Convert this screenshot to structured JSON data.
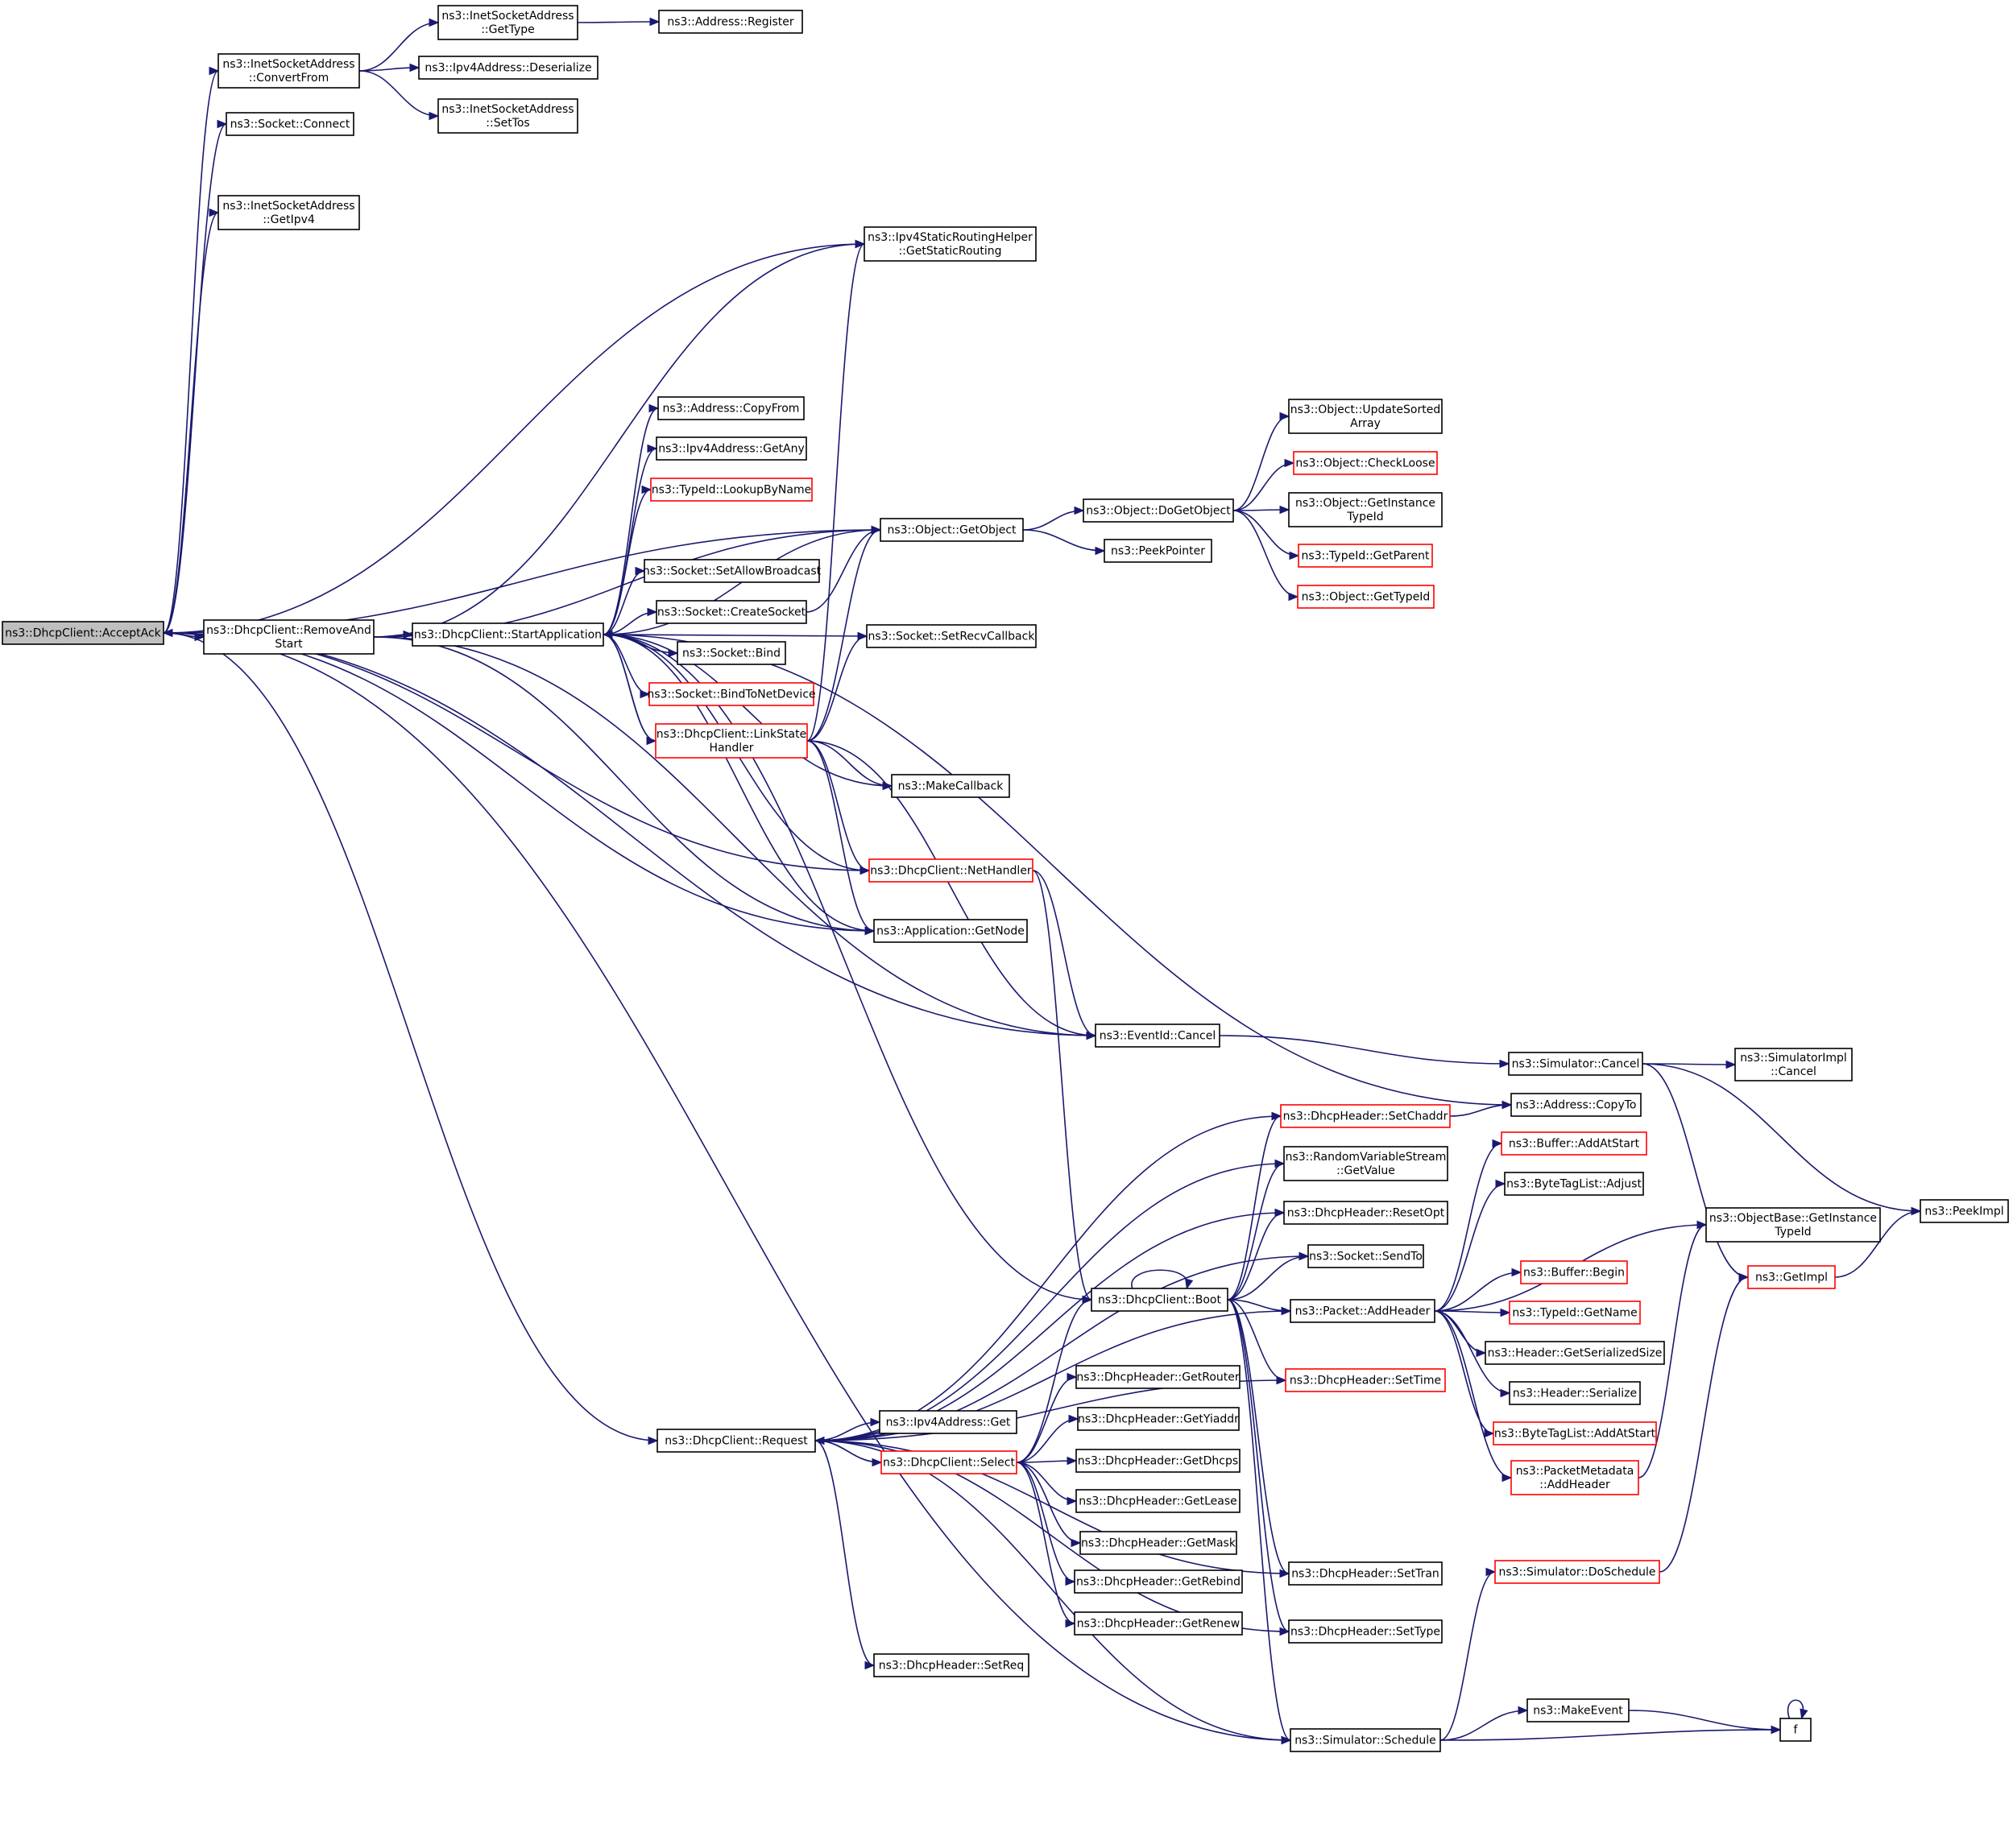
{
  "colors": {
    "edge": "#191970",
    "border": "#000000",
    "highlight_border": "#ff0000",
    "current_fill": "#bfbfbf"
  },
  "nodes": [
    {
      "id": "accept",
      "lines": [
        "ns3::DhcpClient::AcceptAck"
      ],
      "style": "current"
    },
    {
      "id": "convertfrom",
      "lines": [
        "ns3::InetSocketAddress",
        "::ConvertFrom"
      ],
      "style": "normal"
    },
    {
      "id": "gettype_isa",
      "lines": [
        "ns3::InetSocketAddress",
        "::GetType"
      ],
      "style": "normal"
    },
    {
      "id": "addr_register",
      "lines": [
        "ns3::Address::Register"
      ],
      "style": "normal"
    },
    {
      "id": "ipv4_deser",
      "lines": [
        "ns3::Ipv4Address::Deserialize"
      ],
      "style": "normal"
    },
    {
      "id": "settos",
      "lines": [
        "ns3::InetSocketAddress",
        "::SetTos"
      ],
      "style": "normal"
    },
    {
      "id": "sock_connect",
      "lines": [
        "ns3::Socket::Connect"
      ],
      "style": "normal"
    },
    {
      "id": "getipv4",
      "lines": [
        "ns3::InetSocketAddress",
        "::GetIpv4"
      ],
      "style": "normal"
    },
    {
      "id": "getstaticrouting",
      "lines": [
        "ns3::Ipv4StaticRoutingHelper",
        "::GetStaticRouting"
      ],
      "style": "normal"
    },
    {
      "id": "removeandstart",
      "lines": [
        "ns3::DhcpClient::RemoveAnd",
        "Start"
      ],
      "style": "normal"
    },
    {
      "id": "startapp",
      "lines": [
        "ns3::DhcpClient::StartApplication"
      ],
      "style": "normal"
    },
    {
      "id": "addr_copyfrom",
      "lines": [
        "ns3::Address::CopyFrom"
      ],
      "style": "normal"
    },
    {
      "id": "ipv4_getany",
      "lines": [
        "ns3::Ipv4Address::GetAny"
      ],
      "style": "normal"
    },
    {
      "id": "lookupbyname",
      "lines": [
        "ns3::TypeId::LookupByName"
      ],
      "style": "red"
    },
    {
      "id": "getobject",
      "lines": [
        "ns3::Object::GetObject"
      ],
      "style": "normal"
    },
    {
      "id": "setallowbroadcast",
      "lines": [
        "ns3::Socket::SetAllowBroadcast"
      ],
      "style": "normal"
    },
    {
      "id": "createsocket",
      "lines": [
        "ns3::Socket::CreateSocket"
      ],
      "style": "normal"
    },
    {
      "id": "setrecvcallback",
      "lines": [
        "ns3::Socket::SetRecvCallback"
      ],
      "style": "normal"
    },
    {
      "id": "sock_bind",
      "lines": [
        "ns3::Socket::Bind"
      ],
      "style": "normal"
    },
    {
      "id": "bindtonetdevice",
      "lines": [
        "ns3::Socket::BindToNetDevice"
      ],
      "style": "red"
    },
    {
      "id": "linkstate",
      "lines": [
        "ns3::DhcpClient::LinkState",
        "Handler"
      ],
      "style": "red"
    },
    {
      "id": "makecallback",
      "lines": [
        "ns3::MakeCallback"
      ],
      "style": "normal"
    },
    {
      "id": "nethandler",
      "lines": [
        "ns3::DhcpClient::NetHandler"
      ],
      "style": "red"
    },
    {
      "id": "getnode",
      "lines": [
        "ns3::Application::GetNode"
      ],
      "style": "normal"
    },
    {
      "id": "eventcancel",
      "lines": [
        "ns3::EventId::Cancel"
      ],
      "style": "normal"
    },
    {
      "id": "dogetobject",
      "lines": [
        "ns3::Object::DoGetObject"
      ],
      "style": "normal"
    },
    {
      "id": "peekpointer",
      "lines": [
        "ns3::PeekPointer"
      ],
      "style": "normal"
    },
    {
      "id": "updatesorted",
      "lines": [
        "ns3::Object::UpdateSorted",
        "Array"
      ],
      "style": "normal"
    },
    {
      "id": "checkloose",
      "lines": [
        "ns3::Object::CheckLoose"
      ],
      "style": "red"
    },
    {
      "id": "getinstancetypeid",
      "lines": [
        "ns3::Object::GetInstance",
        "TypeId"
      ],
      "style": "normal"
    },
    {
      "id": "getparent",
      "lines": [
        "ns3::TypeId::GetParent"
      ],
      "style": "red"
    },
    {
      "id": "obj_gettypeid",
      "lines": [
        "ns3::Object::GetTypeId"
      ],
      "style": "red"
    },
    {
      "id": "sim_cancel",
      "lines": [
        "ns3::Simulator::Cancel"
      ],
      "style": "normal"
    },
    {
      "id": "simimpl_cancel",
      "lines": [
        "ns3::SimulatorImpl",
        "::Cancel"
      ],
      "style": "normal"
    },
    {
      "id": "addr_copyto",
      "lines": [
        "ns3::Address::CopyTo"
      ],
      "style": "normal"
    },
    {
      "id": "peekimpl",
      "lines": [
        "ns3::PeekImpl"
      ],
      "style": "normal"
    },
    {
      "id": "setchaddr",
      "lines": [
        "ns3::DhcpHeader::SetChaddr"
      ],
      "style": "red"
    },
    {
      "id": "rvs_getvalue",
      "lines": [
        "ns3::RandomVariableStream",
        "::GetValue"
      ],
      "style": "normal"
    },
    {
      "id": "resetopt",
      "lines": [
        "ns3::DhcpHeader::ResetOpt"
      ],
      "style": "normal"
    },
    {
      "id": "sock_sendto",
      "lines": [
        "ns3::Socket::SendTo"
      ],
      "style": "normal"
    },
    {
      "id": "boot",
      "lines": [
        "ns3::DhcpClient::Boot"
      ],
      "style": "normal"
    },
    {
      "id": "addheader",
      "lines": [
        "ns3::Packet::AddHeader"
      ],
      "style": "normal"
    },
    {
      "id": "buf_addatstart",
      "lines": [
        "ns3::Buffer::AddAtStart"
      ],
      "style": "red"
    },
    {
      "id": "btl_adjust",
      "lines": [
        "ns3::ByteTagList::Adjust"
      ],
      "style": "normal"
    },
    {
      "id": "objbase_getinst",
      "lines": [
        "ns3::ObjectBase::GetInstance",
        "TypeId"
      ],
      "style": "normal"
    },
    {
      "id": "buf_begin",
      "lines": [
        "ns3::Buffer::Begin"
      ],
      "style": "red"
    },
    {
      "id": "getimpl",
      "lines": [
        "ns3::GetImpl"
      ],
      "style": "red"
    },
    {
      "id": "typeid_getname",
      "lines": [
        "ns3::TypeId::GetName"
      ],
      "style": "red"
    },
    {
      "id": "getserializedsize",
      "lines": [
        "ns3::Header::GetSerializedSize"
      ],
      "style": "normal"
    },
    {
      "id": "hdr_serialize",
      "lines": [
        "ns3::Header::Serialize"
      ],
      "style": "normal"
    },
    {
      "id": "btl_addatstart",
      "lines": [
        "ns3::ByteTagList::AddAtStart"
      ],
      "style": "red"
    },
    {
      "id": "pm_addheader",
      "lines": [
        "ns3::PacketMetadata",
        "::AddHeader"
      ],
      "style": "red"
    },
    {
      "id": "settime",
      "lines": [
        "ns3::DhcpHeader::SetTime"
      ],
      "style": "red"
    },
    {
      "id": "request",
      "lines": [
        "ns3::DhcpClient::Request"
      ],
      "style": "normal"
    },
    {
      "id": "ipv4_get",
      "lines": [
        "ns3::Ipv4Address::Get"
      ],
      "style": "normal"
    },
    {
      "id": "select",
      "lines": [
        "ns3::DhcpClient::Select"
      ],
      "style": "red"
    },
    {
      "id": "getrouter",
      "lines": [
        "ns3::DhcpHeader::GetRouter"
      ],
      "style": "normal"
    },
    {
      "id": "getyiaddr",
      "lines": [
        "ns3::DhcpHeader::GetYiaddr"
      ],
      "style": "normal"
    },
    {
      "id": "getdhcps",
      "lines": [
        "ns3::DhcpHeader::GetDhcps"
      ],
      "style": "normal"
    },
    {
      "id": "getlease",
      "lines": [
        "ns3::DhcpHeader::GetLease"
      ],
      "style": "normal"
    },
    {
      "id": "getmask",
      "lines": [
        "ns3::DhcpHeader::GetMask"
      ],
      "style": "normal"
    },
    {
      "id": "getrebind",
      "lines": [
        "ns3::DhcpHeader::GetRebind"
      ],
      "style": "normal"
    },
    {
      "id": "getrenew",
      "lines": [
        "ns3::DhcpHeader::GetRenew"
      ],
      "style": "normal"
    },
    {
      "id": "settran",
      "lines": [
        "ns3::DhcpHeader::SetTran"
      ],
      "style": "normal"
    },
    {
      "id": "settype",
      "lines": [
        "ns3::DhcpHeader::SetType"
      ],
      "style": "normal"
    },
    {
      "id": "setreq",
      "lines": [
        "ns3::DhcpHeader::SetReq"
      ],
      "style": "normal"
    },
    {
      "id": "doschedule",
      "lines": [
        "ns3::Simulator::DoSchedule"
      ],
      "style": "red"
    },
    {
      "id": "makeevent",
      "lines": [
        "ns3::MakeEvent"
      ],
      "style": "normal"
    },
    {
      "id": "sim_schedule",
      "lines": [
        "ns3::Simulator::Schedule"
      ],
      "style": "normal"
    },
    {
      "id": "f",
      "lines": [
        "f"
      ],
      "style": "normal"
    }
  ],
  "edges": [
    [
      "accept",
      "convertfrom"
    ],
    [
      "accept",
      "sock_connect"
    ],
    [
      "accept",
      "getipv4"
    ],
    [
      "accept",
      "getstaticrouting"
    ],
    [
      "accept",
      "removeandstart"
    ],
    [
      "accept",
      "getobject"
    ],
    [
      "accept",
      "getnode"
    ],
    [
      "accept",
      "eventcancel"
    ],
    [
      "accept",
      "request"
    ],
    [
      "accept",
      "sim_schedule"
    ],
    [
      "convertfrom",
      "gettype_isa"
    ],
    [
      "convertfrom",
      "ipv4_deser"
    ],
    [
      "convertfrom",
      "settos"
    ],
    [
      "gettype_isa",
      "addr_register"
    ],
    [
      "removeandstart",
      "startapp"
    ],
    [
      "removeandstart",
      "getstaticrouting"
    ],
    [
      "removeandstart",
      "getobject"
    ],
    [
      "removeandstart",
      "getnode"
    ],
    [
      "removeandstart",
      "eventcancel"
    ],
    [
      "startapp",
      "addr_copyfrom"
    ],
    [
      "startapp",
      "ipv4_getany"
    ],
    [
      "startapp",
      "lookupbyname"
    ],
    [
      "startapp",
      "getobject"
    ],
    [
      "startapp",
      "setallowbroadcast"
    ],
    [
      "startapp",
      "createsocket"
    ],
    [
      "startapp",
      "sock_bind"
    ],
    [
      "startapp",
      "bindtonetdevice"
    ],
    [
      "startapp",
      "linkstate"
    ],
    [
      "startapp",
      "makecallback"
    ],
    [
      "startapp",
      "nethandler"
    ],
    [
      "startapp",
      "getnode"
    ],
    [
      "startapp",
      "boot"
    ],
    [
      "startapp",
      "setrecvcallback"
    ],
    [
      "startapp",
      "addr_copyto"
    ],
    [
      "createsocket",
      "getobject"
    ],
    [
      "linkstate",
      "startapp"
    ],
    [
      "linkstate",
      "getstaticrouting"
    ],
    [
      "linkstate",
      "getobject"
    ],
    [
      "linkstate",
      "setrecvcallback"
    ],
    [
      "linkstate",
      "makecallback"
    ],
    [
      "linkstate",
      "nethandler"
    ],
    [
      "linkstate",
      "getnode"
    ],
    [
      "linkstate",
      "eventcancel"
    ],
    [
      "nethandler",
      "accept"
    ],
    [
      "nethandler",
      "eventcancel"
    ],
    [
      "nethandler",
      "boot"
    ],
    [
      "getobject",
      "dogetobject"
    ],
    [
      "getobject",
      "peekpointer"
    ],
    [
      "dogetobject",
      "updatesorted"
    ],
    [
      "dogetobject",
      "checkloose"
    ],
    [
      "dogetobject",
      "getinstancetypeid"
    ],
    [
      "dogetobject",
      "getparent"
    ],
    [
      "dogetobject",
      "obj_gettypeid"
    ],
    [
      "eventcancel",
      "sim_cancel"
    ],
    [
      "sim_cancel",
      "simimpl_cancel"
    ],
    [
      "sim_cancel",
      "peekimpl"
    ],
    [
      "sim_cancel",
      "getimpl"
    ],
    [
      "getimpl",
      "peekimpl"
    ],
    [
      "setchaddr",
      "addr_copyto"
    ],
    [
      "boot",
      "setchaddr"
    ],
    [
      "boot",
      "rvs_getvalue"
    ],
    [
      "boot",
      "resetopt"
    ],
    [
      "boot",
      "sock_sendto"
    ],
    [
      "boot",
      "addheader"
    ],
    [
      "boot",
      "settime"
    ],
    [
      "boot",
      "settran"
    ],
    [
      "boot",
      "settype"
    ],
    [
      "boot",
      "sim_schedule"
    ],
    [
      "boot",
      "boot"
    ],
    [
      "addheader",
      "buf_addatstart"
    ],
    [
      "addheader",
      "btl_adjust"
    ],
    [
      "addheader",
      "objbase_getinst"
    ],
    [
      "addheader",
      "buf_begin"
    ],
    [
      "addheader",
      "typeid_getname"
    ],
    [
      "addheader",
      "getserializedsize"
    ],
    [
      "addheader",
      "hdr_serialize"
    ],
    [
      "addheader",
      "btl_addatstart"
    ],
    [
      "addheader",
      "pm_addheader"
    ],
    [
      "pm_addheader",
      "objbase_getinst"
    ],
    [
      "request",
      "setchaddr"
    ],
    [
      "request",
      "rvs_getvalue"
    ],
    [
      "request",
      "resetopt"
    ],
    [
      "request",
      "sock_sendto"
    ],
    [
      "request",
      "addheader"
    ],
    [
      "request",
      "ipv4_get"
    ],
    [
      "request",
      "select"
    ],
    [
      "request",
      "settime"
    ],
    [
      "request",
      "settran"
    ],
    [
      "request",
      "settype"
    ],
    [
      "request",
      "setreq"
    ],
    [
      "request",
      "sim_schedule"
    ],
    [
      "select",
      "request"
    ],
    [
      "select",
      "boot"
    ],
    [
      "select",
      "getrouter"
    ],
    [
      "select",
      "getyiaddr"
    ],
    [
      "select",
      "getdhcps"
    ],
    [
      "select",
      "getlease"
    ],
    [
      "select",
      "getmask"
    ],
    [
      "select",
      "getrebind"
    ],
    [
      "select",
      "getrenew"
    ],
    [
      "sim_schedule",
      "doschedule"
    ],
    [
      "sim_schedule",
      "makeevent"
    ],
    [
      "sim_schedule",
      "f"
    ],
    [
      "doschedule",
      "getimpl"
    ],
    [
      "makeevent",
      "f"
    ],
    [
      "f",
      "f"
    ]
  ]
}
